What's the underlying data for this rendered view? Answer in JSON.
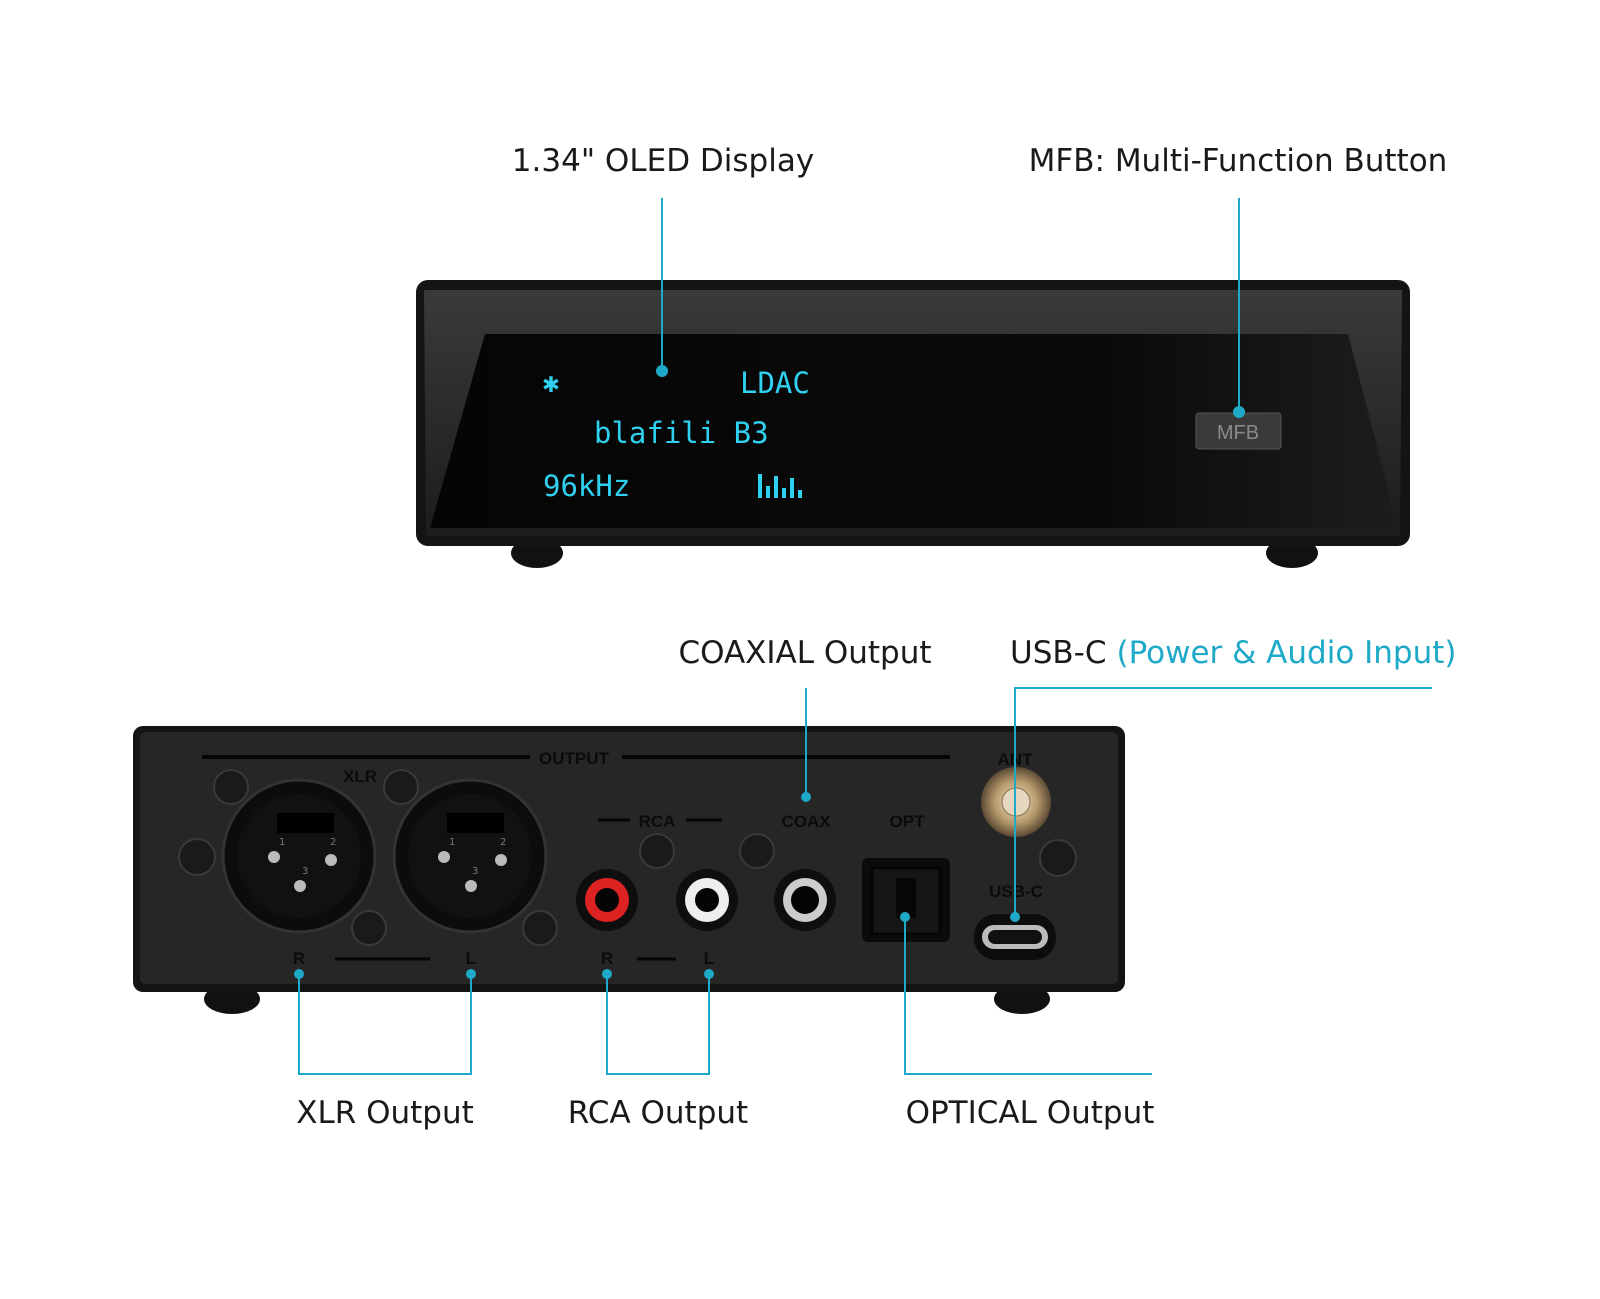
{
  "accent_color": "#1ea9c8",
  "callouts": {
    "oled_display": "1.34\" OLED Display",
    "mfb": "MFB: Multi-Function Button",
    "coaxial": "COAXIAL Output",
    "usbc_main": "USB-C",
    "usbc_detail": "(Power & Audio Input)",
    "xlr": "XLR Output",
    "rca": "RCA Output",
    "optical": "OPTICAL Output"
  },
  "front_panel": {
    "bluetooth_icon": "bluetooth-icon",
    "codec": "LDAC",
    "device_name": "blafili B3",
    "sample_rate": "96kHz",
    "level_icon": "signal-bars-icon",
    "button_label": "MFB"
  },
  "rear_panel": {
    "output": "OUTPUT",
    "xlr": "XLR",
    "rca": "RCA",
    "coax": "COAX",
    "opt": "OPT",
    "ant": "ANT",
    "usbc": "USB-C",
    "xlr_r": "R",
    "xlr_l": "L",
    "rca_r": "R",
    "rca_l": "L",
    "pin1": "1",
    "pin2": "2",
    "pin3": "3"
  }
}
